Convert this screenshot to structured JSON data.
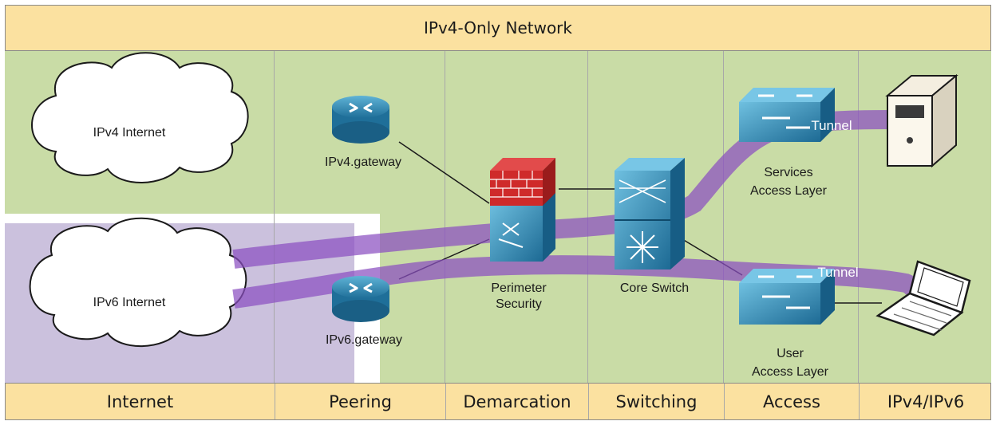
{
  "header": {
    "title": "IPv4-Only Network"
  },
  "zones": [
    {
      "label": "Internet"
    },
    {
      "label": "Peering"
    },
    {
      "label": "Demarcation"
    },
    {
      "label": "Switching"
    },
    {
      "label": "Access"
    },
    {
      "label": "IPv4/IPv6"
    }
  ],
  "clouds": {
    "ipv4": "IPv4 Internet",
    "ipv6": "IPv6 Internet"
  },
  "devices": {
    "ipv4_gateway": "IPv4.gateway",
    "ipv6_gateway": "IPv6.gateway",
    "perimeter_line1": "Perimeter",
    "perimeter_line2": "Security",
    "core_switch": "Core Switch",
    "services_line1": "Services",
    "services_line2": "Access Layer",
    "user_line1": "User",
    "user_line2": "Access Layer"
  },
  "tunnels": {
    "top": "Tunnel",
    "bottom": "Tunnel"
  },
  "colors": {
    "header_bg": "#fbe1a0",
    "zone_bg": "#c9dca6",
    "ipv6_zone_bg": "#cbc1dd",
    "tunnel": "#8b4fc0"
  }
}
